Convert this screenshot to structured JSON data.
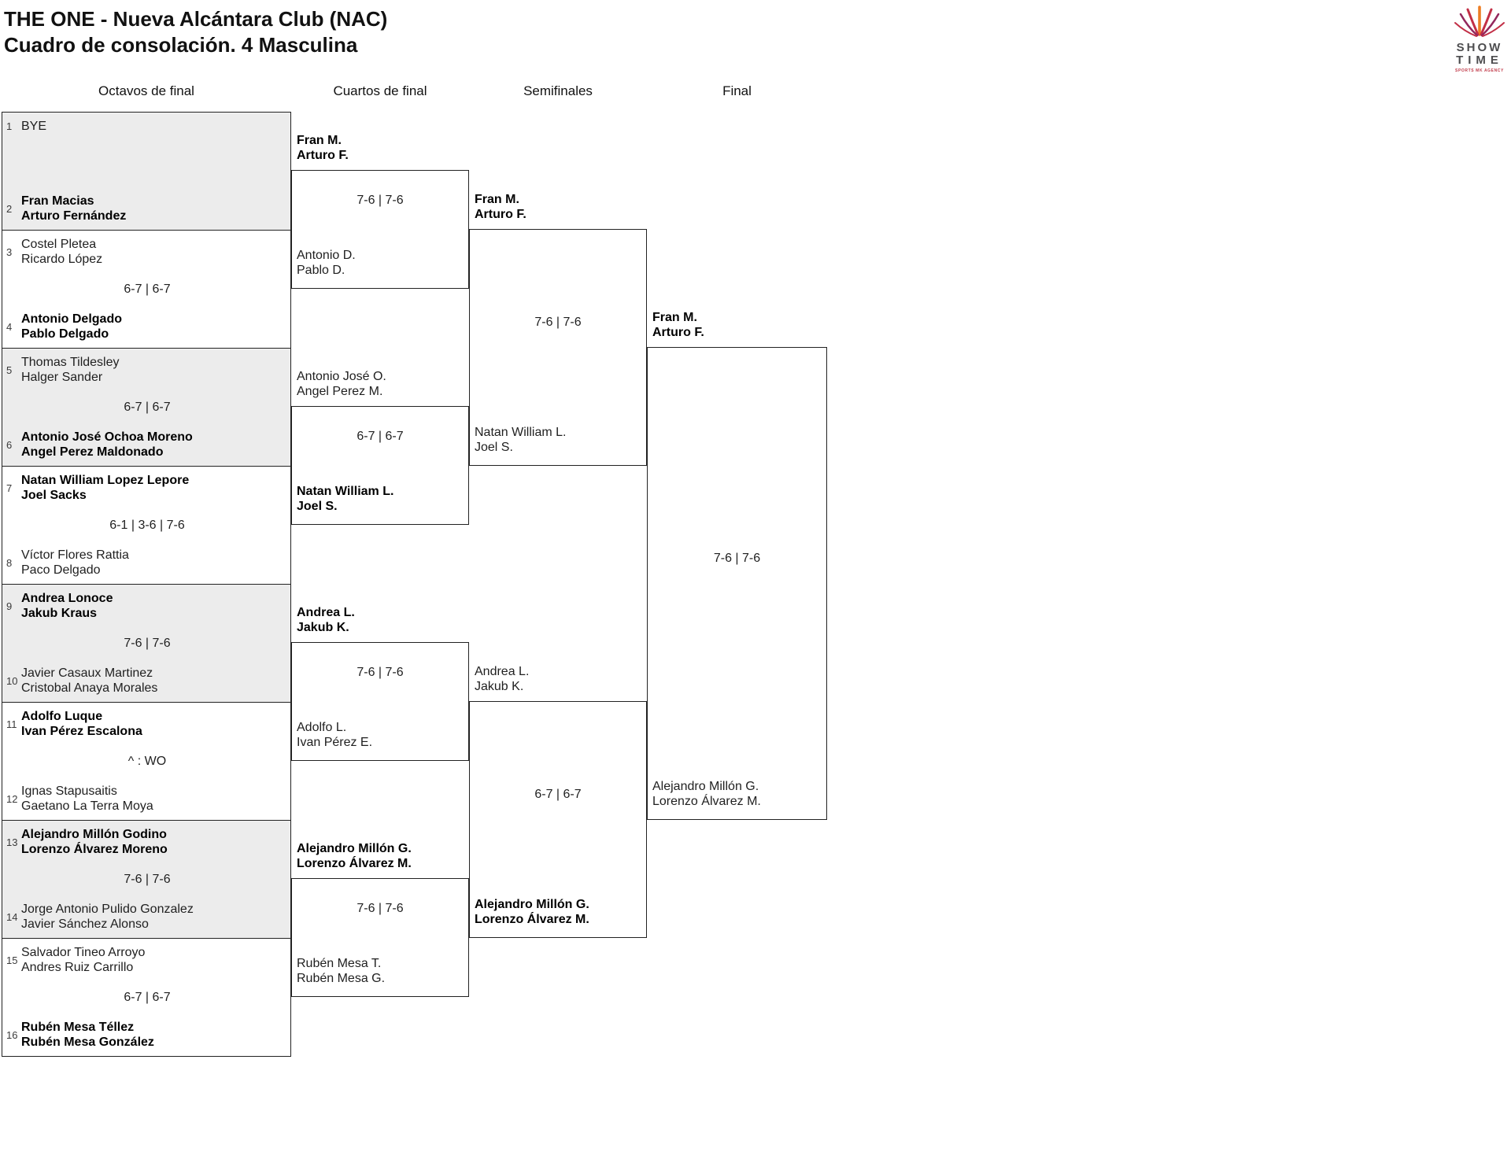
{
  "title": {
    "line1": "THE ONE - Nueva Alcántara Club (NAC)",
    "line2": "Cuadro de consolación. 4 Masculina"
  },
  "logo": {
    "word1": "SHOW",
    "word2": "TIME",
    "tagline": "SPORTS MK AGENCY"
  },
  "colors": {
    "accent_orange": "#ed7d23",
    "accent_crimson": "#c22f46",
    "accent_magenta": "#93275c",
    "logo_text": "#4d4d4f",
    "tagline_red": "#c13b4a",
    "shaded_box": "#ececec",
    "line": "#222222"
  },
  "rounds": [
    {
      "label": "Octavos de final"
    },
    {
      "label": "Cuartos de final"
    },
    {
      "label": "Semifinales"
    },
    {
      "label": "Final"
    }
  ],
  "octavos": [
    {
      "seed_a": "1",
      "a1": "BYE",
      "a2": "",
      "seed_b": "2",
      "b1": "Fran Macias",
      "b2": "Arturo Fernández",
      "score": ""
    },
    {
      "seed_a": "3",
      "a1": "Costel Pletea",
      "a2": "Ricardo López",
      "seed_b": "4",
      "b1": "Antonio Delgado",
      "b2": "Pablo Delgado",
      "score": "6-7 | 6-7"
    },
    {
      "seed_a": "5",
      "a1": "Thomas Tildesley",
      "a2": "Halger Sander",
      "seed_b": "6",
      "b1": "Antonio José Ochoa Moreno",
      "b2": "Angel Perez Maldonado",
      "score": "6-7 | 6-7"
    },
    {
      "seed_a": "7",
      "a1": "Natan William Lopez Lepore",
      "a2": "Joel Sacks",
      "seed_b": "8",
      "b1": "Víctor Flores Rattia",
      "b2": "Paco Delgado",
      "score": "6-1 | 3-6 | 7-6"
    },
    {
      "seed_a": "9",
      "a1": "Andrea Lonoce",
      "a2": "Jakub Kraus",
      "seed_b": "10",
      "b1": "Javier Casaux Martinez",
      "b2": "Cristobal Anaya Morales",
      "score": "7-6 | 7-6"
    },
    {
      "seed_a": "11",
      "a1": "Adolfo Luque",
      "a2": "Ivan Pérez Escalona",
      "seed_b": "12",
      "b1": "Ignas Stapusaitis",
      "b2": "Gaetano La Terra Moya",
      "score": "^ : WO"
    },
    {
      "seed_a": "13",
      "a1": "Alejandro Millón Godino",
      "a2": "Lorenzo Álvarez Moreno",
      "seed_b": "14",
      "b1": "Jorge Antonio Pulido Gonzalez",
      "b2": "Javier Sánchez Alonso",
      "score": "7-6 | 7-6"
    },
    {
      "seed_a": "15",
      "a1": "Salvador Tineo Arroyo",
      "a2": "Andres Ruiz Carrillo",
      "seed_b": "16",
      "b1": "Rubén Mesa Téllez",
      "b2": "Rubén Mesa González",
      "score": "6-7 | 6-7"
    }
  ],
  "cuartos": [
    {
      "a1": "Fran M.",
      "a2": "Arturo F.",
      "b1": "Antonio D.",
      "b2": "Pablo D.",
      "score": "7-6 | 7-6"
    },
    {
      "a1": "Antonio José O.",
      "a2": "Angel Perez M.",
      "b1": "Natan William L.",
      "b2": "Joel S.",
      "score": "6-7 | 6-7"
    },
    {
      "a1": "Andrea L.",
      "a2": "Jakub K.",
      "b1": "Adolfo L.",
      "b2": "Ivan Pérez E.",
      "score": "7-6 | 7-6"
    },
    {
      "a1": "Alejandro Millón G.",
      "a2": "Lorenzo Álvarez M.",
      "b1": "Rubén Mesa T.",
      "b2": "Rubén Mesa G.",
      "score": "7-6 | 7-6"
    }
  ],
  "semifinales": [
    {
      "a1": "Fran M.",
      "a2": "Arturo F.",
      "b1": "Natan William L.",
      "b2": "Joel S.",
      "score": "7-6 | 7-6"
    },
    {
      "a1": "Andrea L.",
      "a2": "Jakub K.",
      "b1": "Alejandro Millón G.",
      "b2": "Lorenzo Álvarez M.",
      "score": "6-7 | 6-7"
    }
  ],
  "final": {
    "a1": "Fran M.",
    "a2": "Arturo F.",
    "b1": "Alejandro Millón G.",
    "b2": "Lorenzo Álvarez M.",
    "score": "7-6 | 7-6"
  }
}
